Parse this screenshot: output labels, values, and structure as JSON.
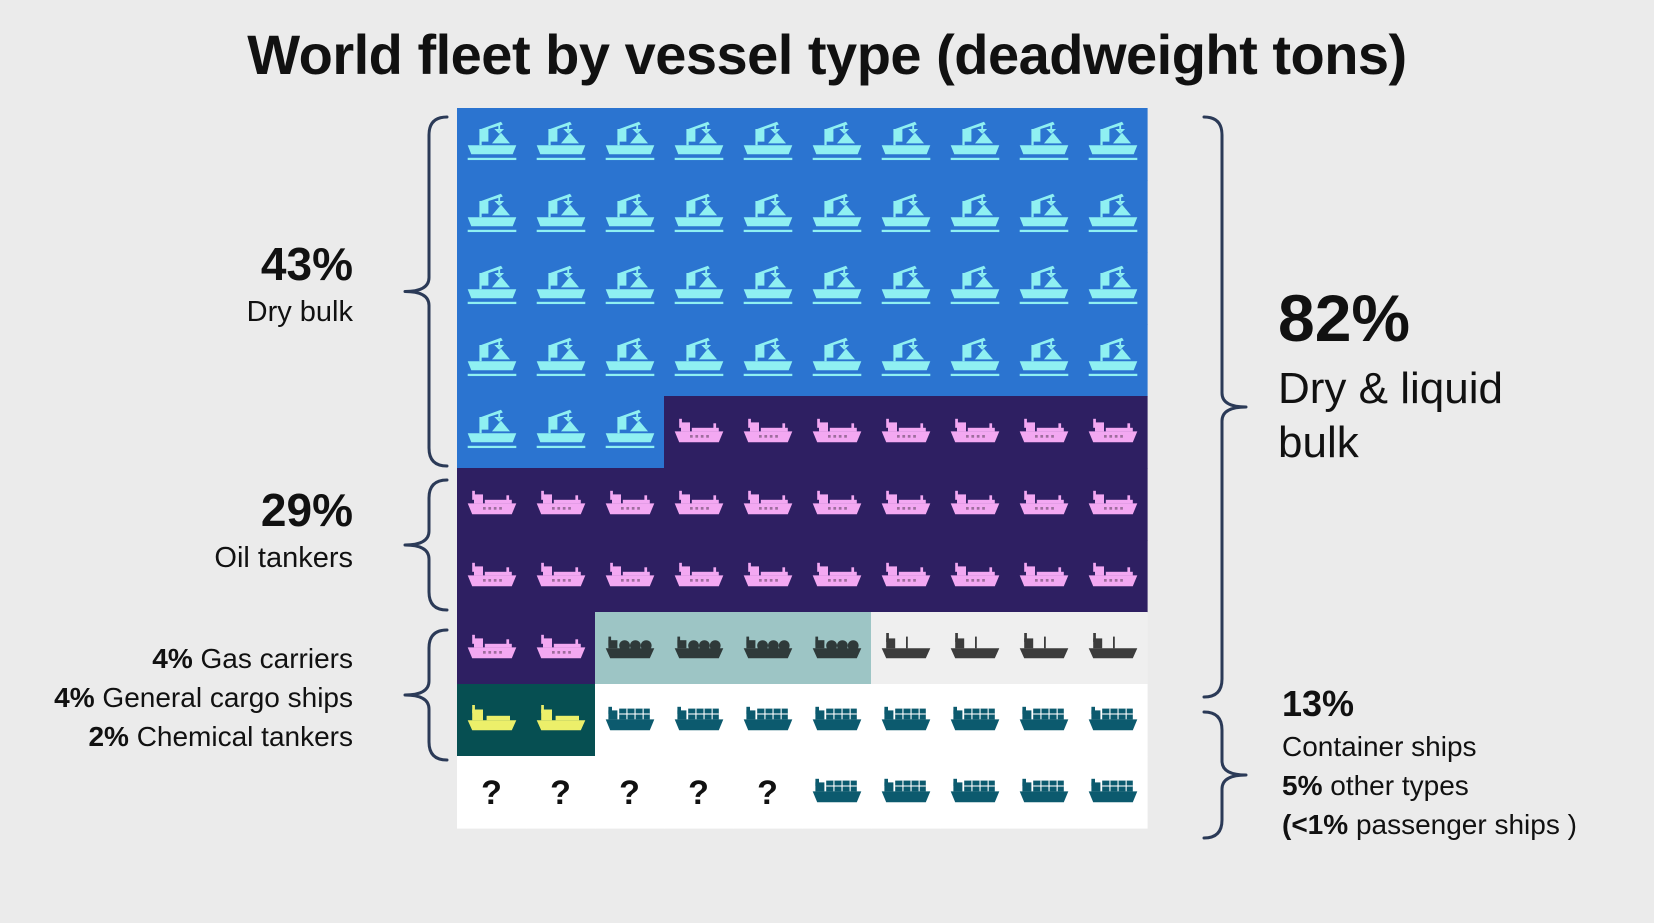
{
  "title": "World fleet by vessel type (deadweight tons)",
  "colors": {
    "dry_bulk_bg": "#2b74d0",
    "dry_bulk_icon": "#8ff0f2",
    "oil_bg": "#2e1f62",
    "oil_icon": "#f3a8f2",
    "gas_bg": "#9dc5c5",
    "gas_icon": "#2f3a3a",
    "general_bg": "#efefef",
    "general_icon": "#3c3c3c",
    "chem_bg": "#064f52",
    "chem_icon": "#ecef6a",
    "container_bg": "#ffffff",
    "container_icon": "#0c5a6e",
    "other_bg": "#ffffff",
    "other_icon": "#111111",
    "bracket": "#2b3a57"
  },
  "labels": {
    "dry_bulk_pct": "43%",
    "dry_bulk_name": "Dry bulk",
    "oil_pct": "29%",
    "oil_name": "Oil tankers",
    "gas_pct": "4%",
    "gas_name": "Gas carriers",
    "general_pct": "4%",
    "general_name": "General cargo ships",
    "chem_pct": "2%",
    "chem_name": "Chemical tankers",
    "bulk_total_pct": "82%",
    "bulk_total_name_1": "Dry & liquid",
    "bulk_total_name_2": "bulk",
    "container_pct": "13%",
    "container_name": "Container ships",
    "other_pct": "5%",
    "other_name": "other types",
    "passenger_open": "(<1%",
    "passenger_name": "passenger ships )"
  },
  "chart_data": {
    "type": "waffle",
    "title": "World fleet by vessel type (deadweight tons)",
    "grid": {
      "columns": 10,
      "rows": 10,
      "cell_value_percent": 1
    },
    "categories": [
      {
        "name": "Dry bulk",
        "value": 43,
        "icon": "bulk-carrier-icon"
      },
      {
        "name": "Oil tankers",
        "value": 29,
        "icon": "oil-tanker-icon"
      },
      {
        "name": "Gas carriers",
        "value": 4,
        "icon": "gas-carrier-icon"
      },
      {
        "name": "General cargo ships",
        "value": 4,
        "icon": "general-cargo-ship-icon"
      },
      {
        "name": "Chemical tankers",
        "value": 2,
        "icon": "chemical-tanker-icon"
      },
      {
        "name": "Container ships",
        "value": 13,
        "icon": "container-ship-icon"
      },
      {
        "name": "other types",
        "value": 5,
        "icon": "question-mark-icon"
      }
    ],
    "groups": [
      {
        "name": "Dry & liquid bulk",
        "value": 82
      },
      {
        "name": "passenger ships",
        "value": "<1"
      }
    ],
    "other_symbol": "?"
  }
}
